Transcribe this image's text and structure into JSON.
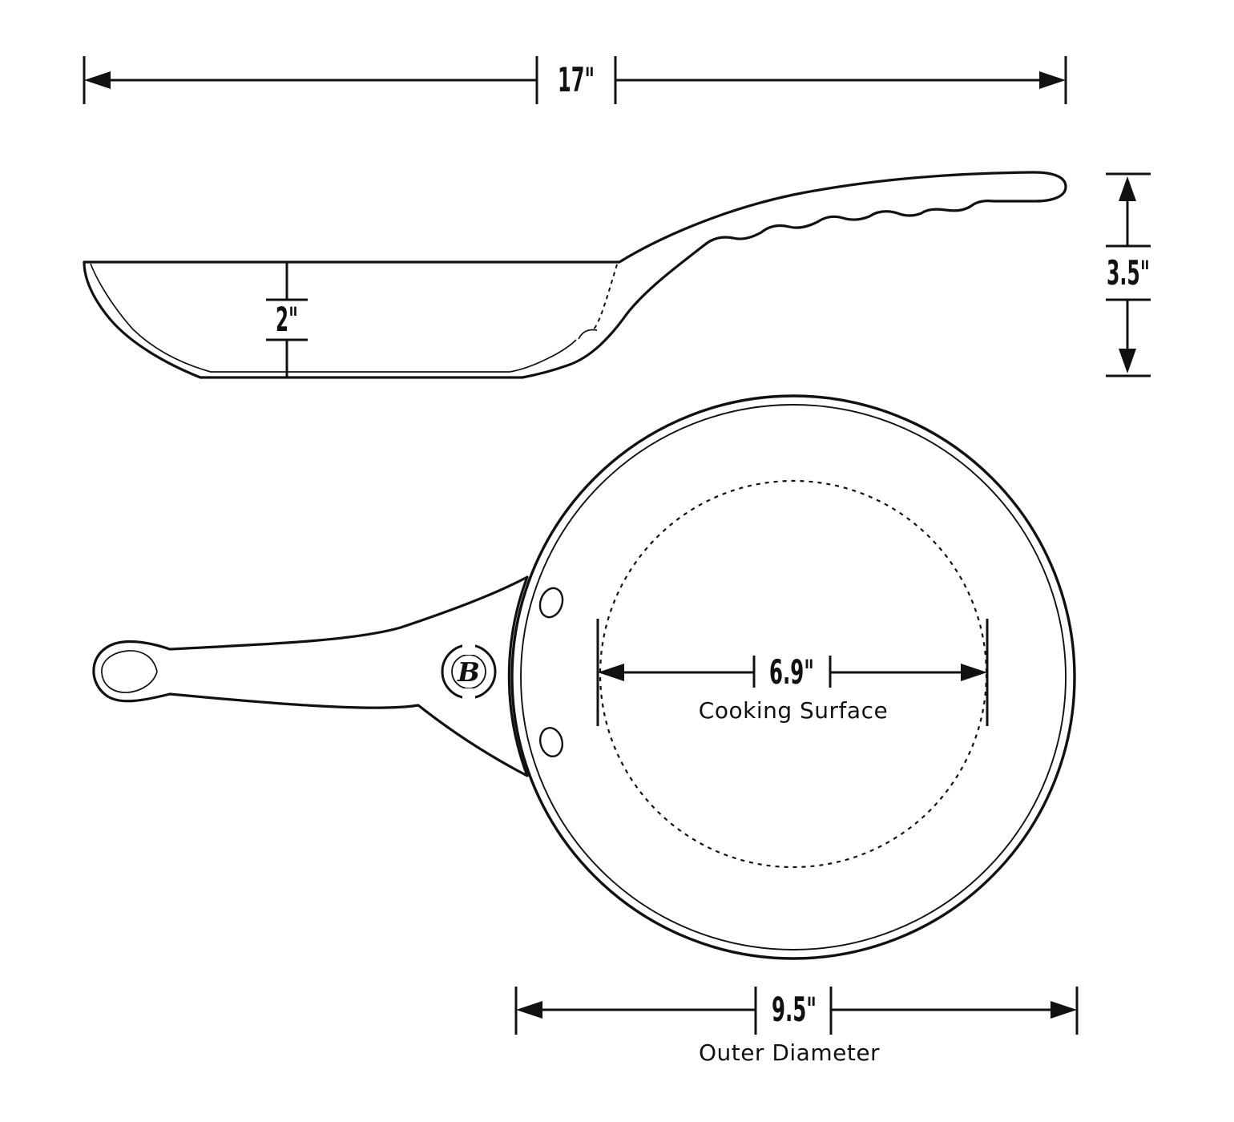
{
  "diagram": {
    "dimensions": {
      "overall_length": {
        "value": "17\""
      },
      "pan_depth": {
        "value": "2\""
      },
      "overall_height": {
        "value": "3.5\""
      },
      "cooking_surface": {
        "value": "6.9\"",
        "caption": "Cooking Surface"
      },
      "outer_diameter": {
        "value": "9.5\"",
        "caption": "Outer Diameter"
      }
    },
    "logo": {
      "letter": "B"
    },
    "colors": {
      "ink": "#111111",
      "background": "#ffffff"
    }
  }
}
